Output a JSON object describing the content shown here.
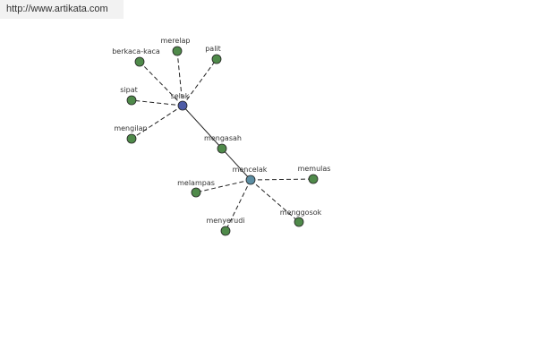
{
  "banner": {
    "url_text": "http://www.artikata.com"
  },
  "colors": {
    "leaf_node": "#4f8a4a",
    "selak_node": "#4d5ba6",
    "mencelak_node": "#5c8ea3",
    "node_stroke": "#222222",
    "edge": "#222222",
    "label": "#333333"
  },
  "nodes": [
    {
      "id": "selak",
      "label": "selak",
      "kind": "selak_node"
    },
    {
      "id": "mengasah",
      "label": "mengasah",
      "kind": "leaf_node"
    },
    {
      "id": "mencelak",
      "label": "mencelak",
      "kind": "mencelak_node"
    },
    {
      "id": "berkaca-kaca",
      "label": "berkaca-kaca",
      "kind": "leaf_node"
    },
    {
      "id": "merelap",
      "label": "merelap",
      "kind": "leaf_node"
    },
    {
      "id": "palit",
      "label": "palit",
      "kind": "leaf_node"
    },
    {
      "id": "sipat",
      "label": "sipat",
      "kind": "leaf_node"
    },
    {
      "id": "mengilap",
      "label": "mengilap",
      "kind": "leaf_node"
    },
    {
      "id": "memulas",
      "label": "memulas",
      "kind": "leaf_node"
    },
    {
      "id": "melampas",
      "label": "melampas",
      "kind": "leaf_node"
    },
    {
      "id": "menggosok",
      "label": "menggosok",
      "kind": "leaf_node"
    },
    {
      "id": "menyerudi",
      "label": "menyerudi",
      "kind": "leaf_node"
    }
  ],
  "edges": [
    {
      "from": "selak",
      "to": "mengasah",
      "style": "solid"
    },
    {
      "from": "mengasah",
      "to": "mencelak",
      "style": "solid"
    },
    {
      "from": "selak",
      "to": "berkaca-kaca",
      "style": "dashed"
    },
    {
      "from": "selak",
      "to": "merelap",
      "style": "dashed"
    },
    {
      "from": "selak",
      "to": "palit",
      "style": "dashed"
    },
    {
      "from": "selak",
      "to": "sipat",
      "style": "dashed"
    },
    {
      "from": "selak",
      "to": "mengilap",
      "style": "dashed"
    },
    {
      "from": "mencelak",
      "to": "memulas",
      "style": "dashed"
    },
    {
      "from": "mencelak",
      "to": "melampas",
      "style": "dashed"
    },
    {
      "from": "mencelak",
      "to": "menggosok",
      "style": "dashed"
    },
    {
      "from": "mencelak",
      "to": "menyerudi",
      "style": "dashed"
    }
  ]
}
